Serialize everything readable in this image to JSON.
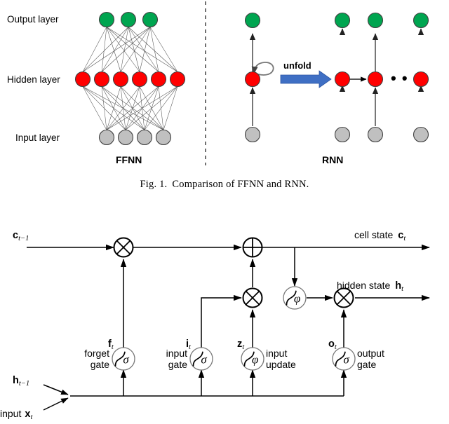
{
  "figure1": {
    "caption_number": "Fig. 1.",
    "caption_text": "Comparison of FFNN and RNN.",
    "layer_labels": {
      "output": "Output layer",
      "hidden": "Hidden layer",
      "input": "Input layer"
    },
    "left_panel_name": "FFNN",
    "right_panel_name": "RNN",
    "unfold_label": "unfold",
    "ellipsis": "• • •",
    "colors": {
      "output_node": "#00a550",
      "hidden_node": "#ff0000",
      "input_node": "#c0c0c0",
      "node_stroke": "#404040",
      "edge": "#555555",
      "unfold_arrow": "#3f6fc4",
      "divider": "#333333"
    },
    "ffnn": {
      "output_nodes": 3,
      "hidden_nodes": 6,
      "input_nodes": 4
    },
    "rnn_folded": {
      "output_nodes": 1,
      "hidden_nodes": 1,
      "input_nodes": 1,
      "has_self_loop": true
    },
    "rnn_unfolded": {
      "timesteps": 3,
      "output_nodes": 3,
      "hidden_nodes": 3,
      "input_nodes": 3
    }
  },
  "figure2": {
    "inputs": {
      "cell_state_prev": "c",
      "cell_state_prev_sub": "t−1",
      "hidden_state_prev": "h",
      "hidden_state_prev_sub": "t−1",
      "input_prefix": "input",
      "input_symbol": "x",
      "input_sub": "t"
    },
    "outputs": {
      "cell_state_label": "cell state",
      "cell_state_symbol": "c",
      "cell_state_sub": "t",
      "hidden_state_label": "hidden state",
      "hidden_state_symbol": "h",
      "hidden_state_sub": "t"
    },
    "gates": [
      {
        "id": "forget",
        "name_line1": "forget",
        "name_line2": "gate",
        "var": "f",
        "var_sub": "t",
        "activation": "σ"
      },
      {
        "id": "input",
        "name_line1": "input",
        "name_line2": "gate",
        "var": "i",
        "var_sub": "t",
        "activation": "σ"
      },
      {
        "id": "input-update",
        "name_line1": "input",
        "name_line2": "update",
        "var": "z",
        "var_sub": "t",
        "activation": "φ"
      },
      {
        "id": "output",
        "name_line1": "output",
        "name_line2": "gate",
        "var": "o",
        "var_sub": "t",
        "activation": "σ"
      }
    ],
    "cell_activation": "φ",
    "operators": {
      "multiply": "⊗",
      "add": "⊕"
    },
    "colors": {
      "line": "#000000"
    }
  }
}
